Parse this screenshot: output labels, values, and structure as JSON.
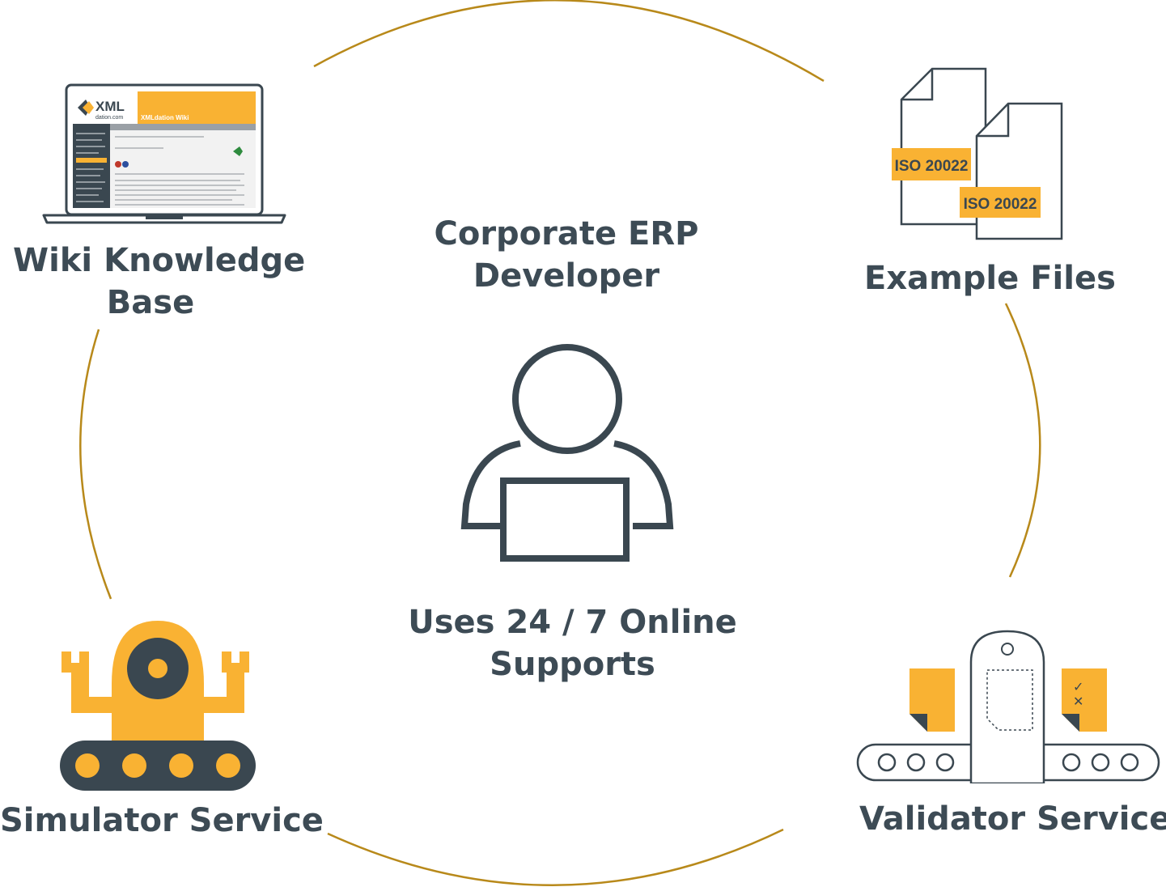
{
  "center": {
    "title_line1": "Corporate ERP",
    "title_line2": "Developer",
    "subtitle_line1": "Uses 24 / 7 Online",
    "subtitle_line2": "Supports"
  },
  "nodes": {
    "wiki": {
      "label_line1": "Wiki Knowledge",
      "label_line2": "Base"
    },
    "examples": {
      "label": "Example Files"
    },
    "simulator": {
      "label": "Simulator Service"
    },
    "validator": {
      "label": "Validator Service"
    }
  },
  "laptop_screen": {
    "logo_text": "XML",
    "logo_subtext": "dation.com",
    "banner_title": "XMLdation Wiki"
  },
  "file_tags": [
    "ISO 20022",
    "ISO 20022"
  ],
  "validator_marks": [
    "✓",
    "✕"
  ],
  "colors": {
    "accent": "#f9b233",
    "ring": "#b8891a",
    "text": "#3d4b55",
    "icon_stroke": "#3a4750"
  }
}
